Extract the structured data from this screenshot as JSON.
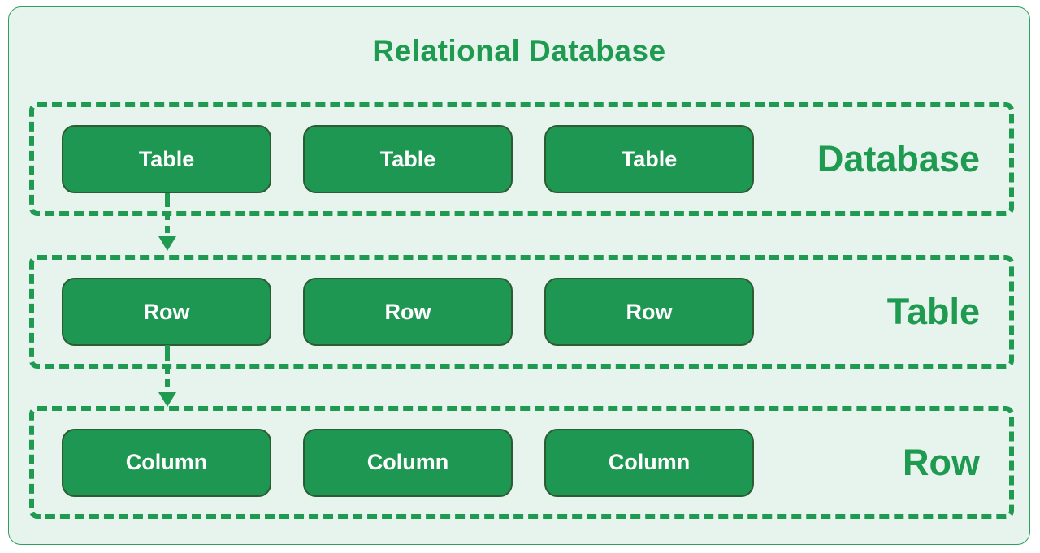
{
  "title": "Relational Database",
  "sections": [
    {
      "label": "Database",
      "boxes": [
        "Table",
        "Table",
        "Table"
      ]
    },
    {
      "label": "Table",
      "boxes": [
        "Row",
        "Row",
        "Row"
      ]
    },
    {
      "label": "Row",
      "boxes": [
        "Column",
        "Column",
        "Column"
      ]
    }
  ],
  "colors": {
    "green": "#1e9b50",
    "box_fill": "#1e9752",
    "box_border": "#2d5c32",
    "box_text": "#ffffff",
    "canvas_bg": "#e7f3ed",
    "canvas_border": "#2f9f5f",
    "page_bg": "#ffffff"
  }
}
